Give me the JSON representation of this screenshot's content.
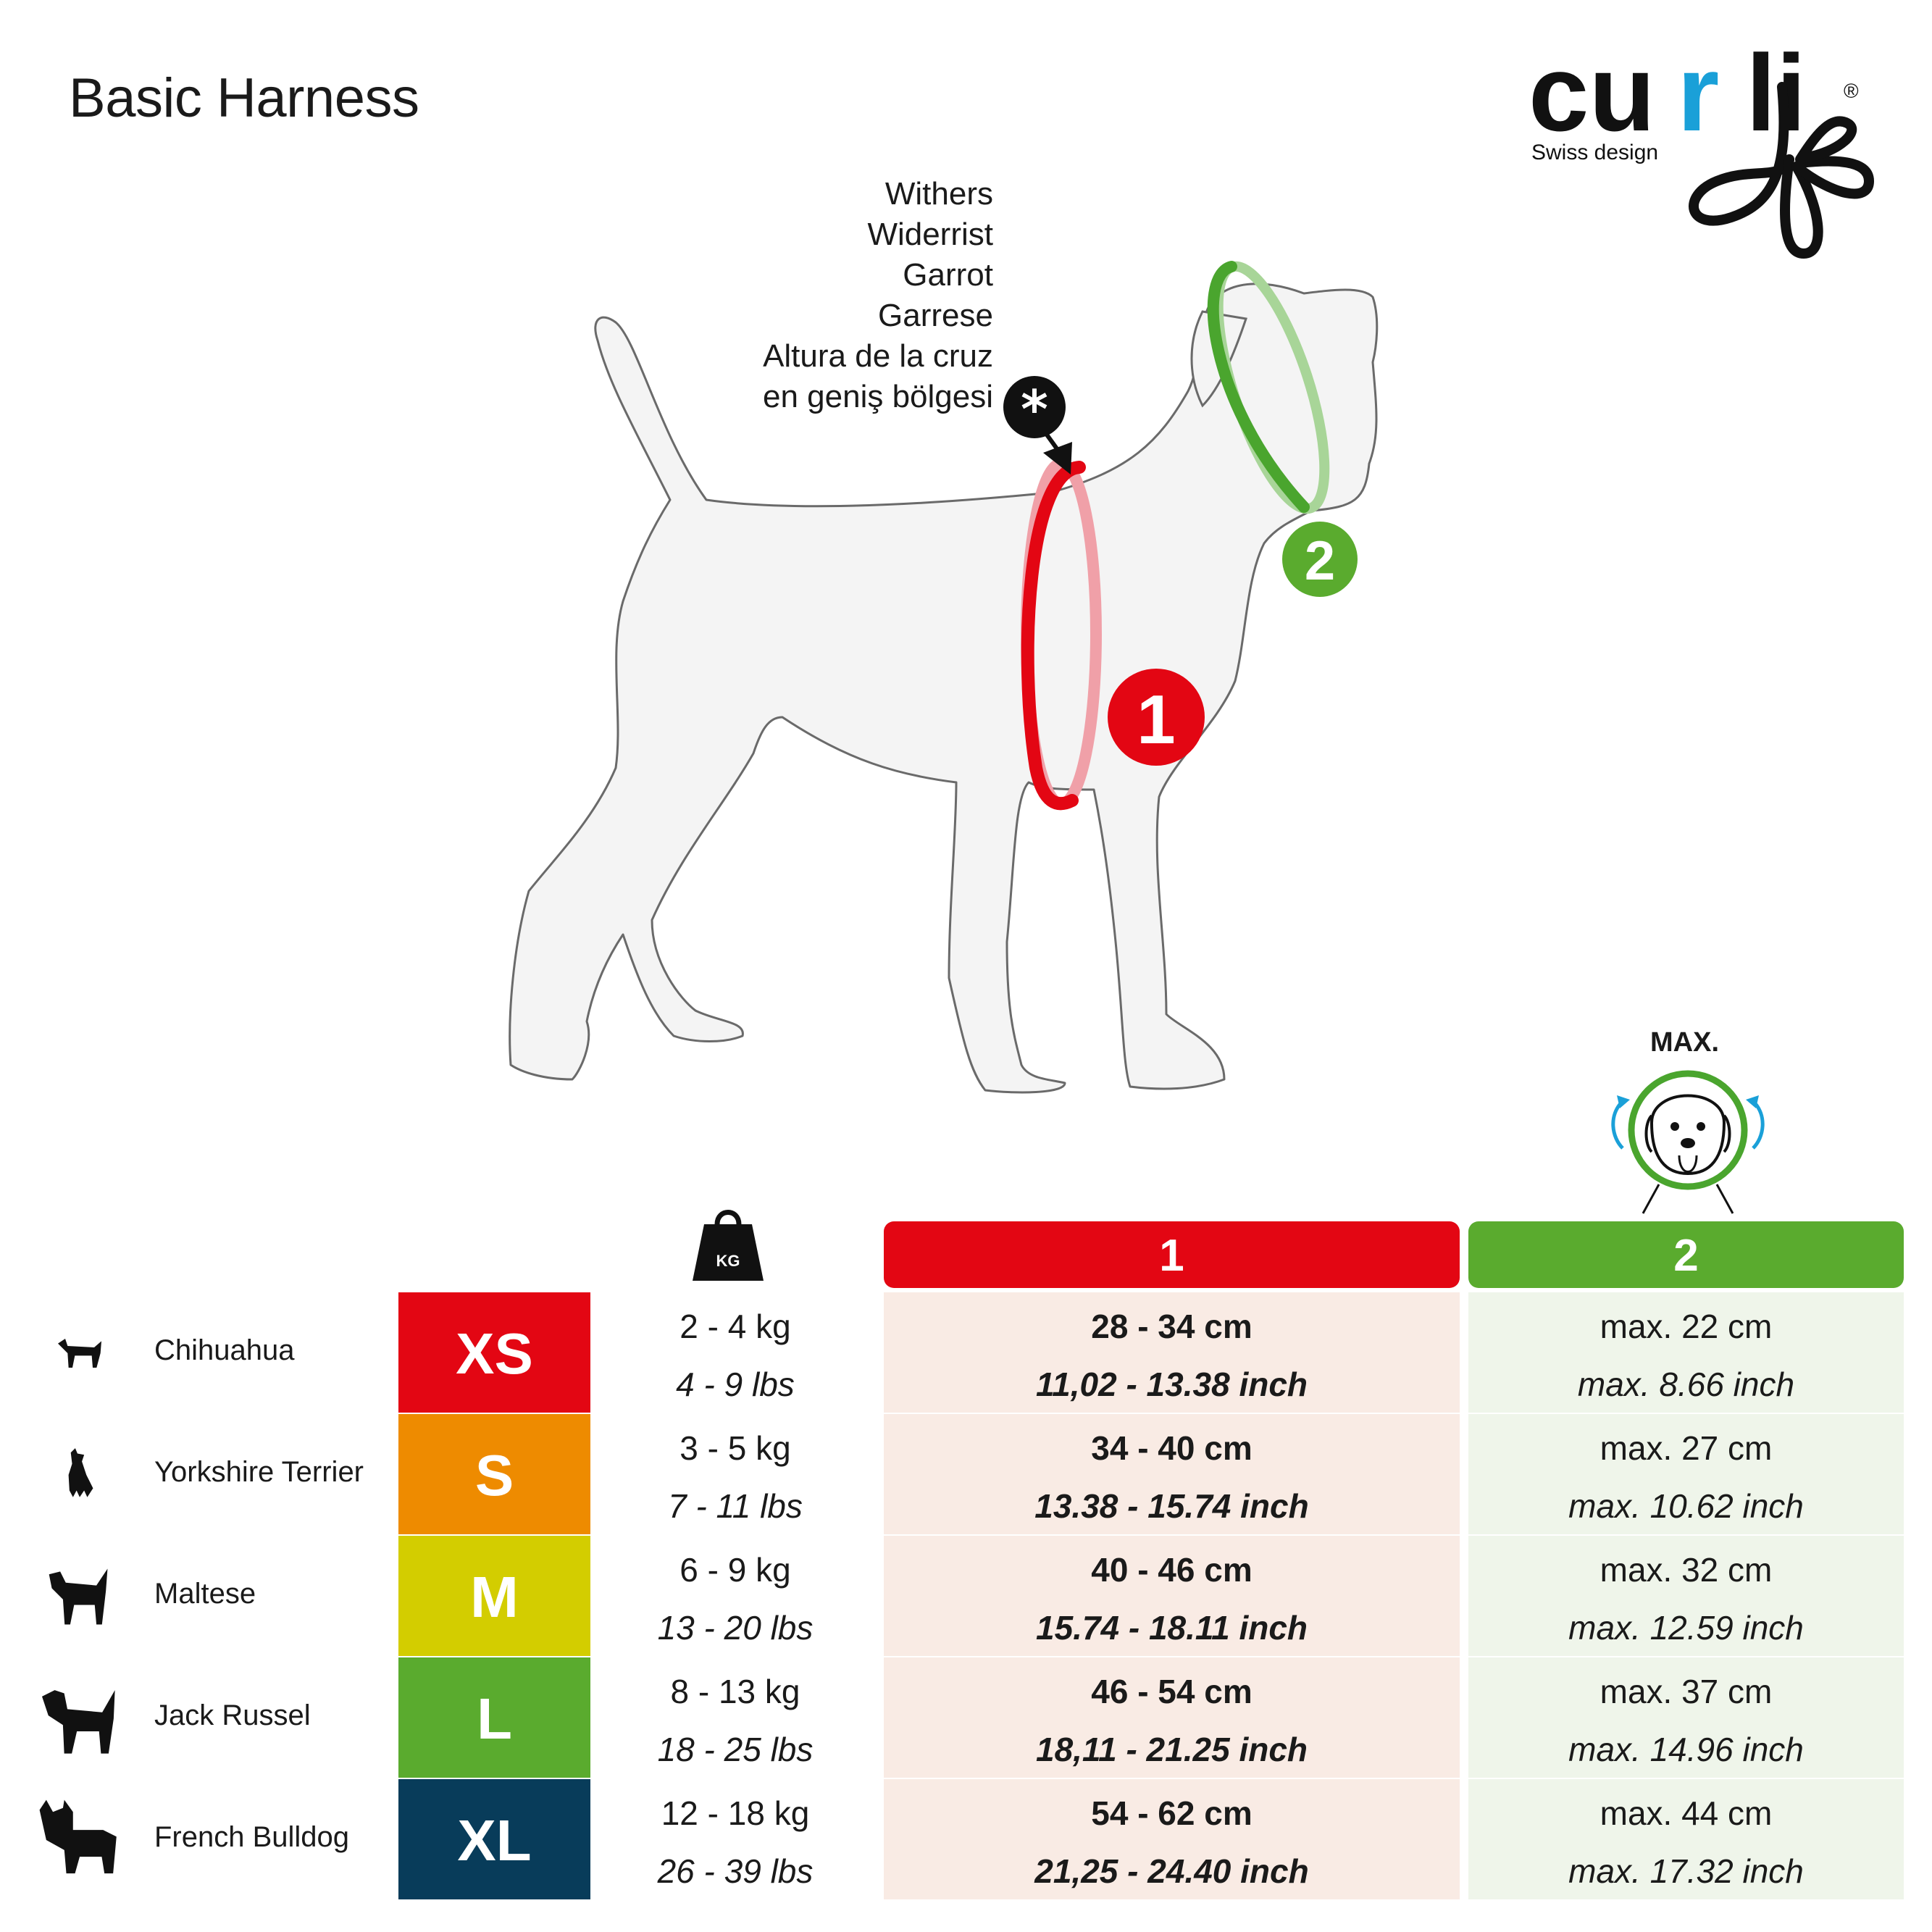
{
  "title": "Basic Harness",
  "logo": {
    "brand": "curli",
    "tagline": "Swiss design",
    "registered": "®"
  },
  "withers": [
    "Withers",
    "Widerrist",
    "Garrot",
    "Garrese",
    "Altura de la cruz",
    "en geniş bölgesi"
  ],
  "markers": {
    "withers_symbol": "*",
    "chest": "1",
    "neck": "2"
  },
  "max_label": "MAX.",
  "kg_label": "KG",
  "columns": {
    "chest": "1",
    "neck": "2"
  },
  "colors": {
    "red": "#e30613",
    "green": "#5aab2e",
    "orange": "#ee8b00",
    "yellow": "#d3cd00",
    "lightgreen": "#5aab2e",
    "navy": "#083c5a"
  },
  "rows": [
    {
      "breed": "Chihuahua",
      "size": "XS",
      "color": "#e30613",
      "weight_kg": "2 - 4 kg",
      "weight_lbs": "4 - 9 lbs",
      "chest_cm": "28 - 34 cm",
      "chest_inch": "11,02 - 13.38 inch",
      "neck_cm": "max. 22 cm",
      "neck_inch": "max. 8.66 inch"
    },
    {
      "breed": "Yorkshire Terrier",
      "size": "S",
      "color": "#ee8b00",
      "weight_kg": "3 - 5 kg",
      "weight_lbs": "7 - 11 lbs",
      "chest_cm": "34 - 40 cm",
      "chest_inch": "13.38 - 15.74 inch",
      "neck_cm": "max. 27 cm",
      "neck_inch": "max. 10.62 inch"
    },
    {
      "breed": "Maltese",
      "size": "M",
      "color": "#d3cd00",
      "weight_kg": "6 - 9 kg",
      "weight_lbs": "13 - 20 lbs",
      "chest_cm": "40 - 46 cm",
      "chest_inch": "15.74 - 18.11 inch",
      "neck_cm": "max. 32 cm",
      "neck_inch": "max. 12.59 inch"
    },
    {
      "breed": "Jack Russel",
      "size": "L",
      "color": "#5aab2e",
      "weight_kg": "8 - 13 kg",
      "weight_lbs": "18 - 25 lbs",
      "chest_cm": "46 - 54 cm",
      "chest_inch": "18,11 - 21.25 inch",
      "neck_cm": "max. 37 cm",
      "neck_inch": "max. 14.96 inch"
    },
    {
      "breed": "French Bulldog",
      "size": "XL",
      "color": "#083c5a",
      "weight_kg": "12 - 18 kg",
      "weight_lbs": "26 - 39 lbs",
      "chest_cm": "54 - 62 cm",
      "chest_inch": "21,25 - 24.40 inch",
      "neck_cm": "max. 44 cm",
      "neck_inch": "max. 17.32 inch"
    }
  ]
}
